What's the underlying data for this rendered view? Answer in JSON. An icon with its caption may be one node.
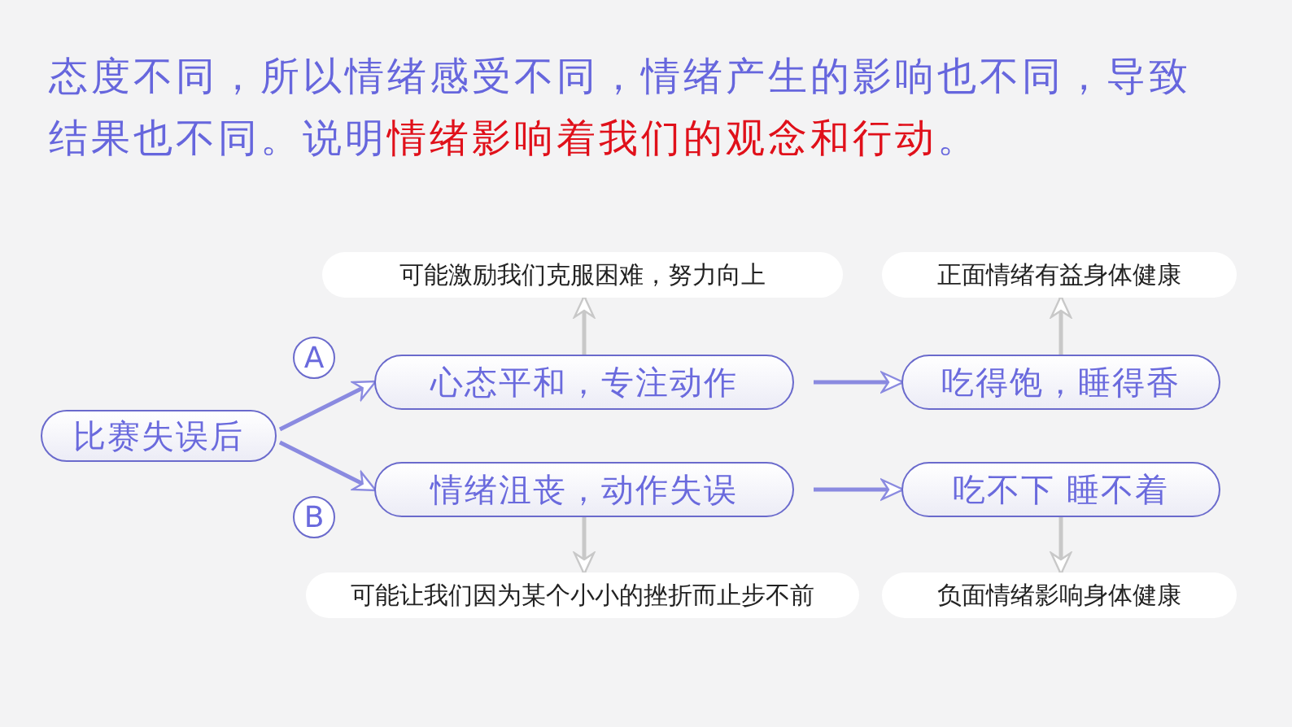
{
  "diagram": {
    "title": "态度不同，所以情绪感受不同，情绪产生的影响也不同，导致结果也不同。说明**情绪影响着我们的观念和行动**。",
    "nodes": [
      {
        "text": [
          "比赛失误后"
        ]
      },
      {
        "text": [
          "A"
        ]
      },
      {
        "text": [
          "B"
        ]
      },
      {
        "text": [
          "心态平和，专注动作"
        ]
      },
      {
        "text": [
          "情绪沮丧，动作失误"
        ]
      },
      {
        "text": [
          "吃得饱，睡得香"
        ]
      },
      {
        "text": [
          "吃不下 睡不着"
        ]
      },
      {
        "text": [
          "可能激励我们克服困难，努力向上"
        ]
      },
      {
        "text": [
          "正面情绪有益身体健康"
        ]
      },
      {
        "text": [
          "可能让我们因为某个小小的挫折而止步不前"
        ]
      },
      {
        "text": [
          "负面情绪影响身体健康"
        ]
      }
    ],
    "edges": [
      {
        "from": 0,
        "to": 3,
        "arrow": "to"
      },
      {
        "from": 0,
        "to": 4,
        "arrow": "to"
      },
      {
        "from": 3,
        "to": 5,
        "arrow": "to"
      },
      {
        "from": 4,
        "to": 6,
        "arrow": "to"
      },
      {
        "from": 3,
        "to": 7,
        "arrow": "to",
        "color": "#c8c8c8"
      },
      {
        "from": 5,
        "to": 8,
        "arrow": "to",
        "color": "#c8c8c8"
      },
      {
        "from": 4,
        "to": 9,
        "arrow": "to",
        "color": "#c8c8c8"
      },
      {
        "from": 6,
        "to": 10,
        "arrow": "to",
        "color": "#c8c8c8"
      }
    ]
  }
}
